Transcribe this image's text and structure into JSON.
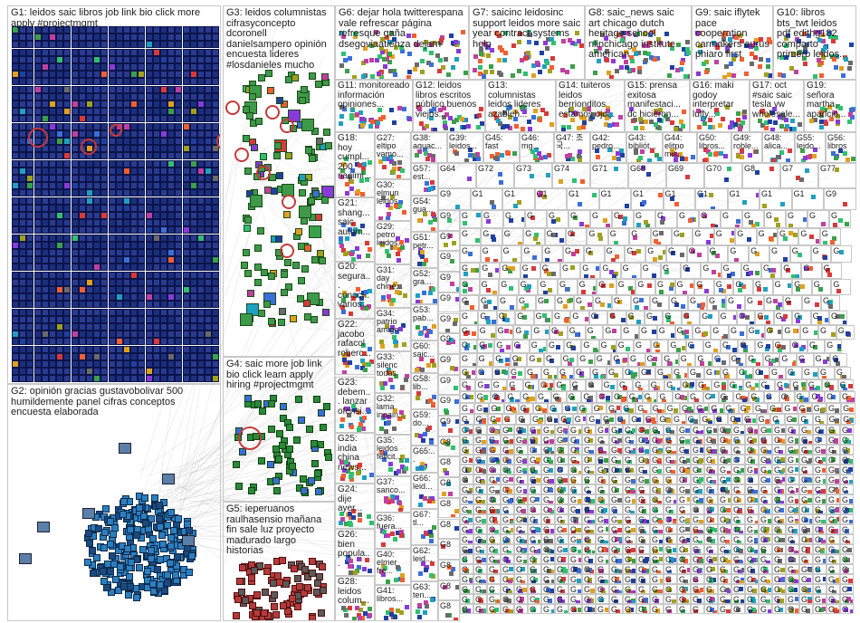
{
  "colors": {
    "box_border": "#c8c8c8",
    "edge": "#b9b9b9",
    "g1_node": "#1c2f7d",
    "g2_cluster": "#2b7fc0",
    "g3_node": "#3e9a48",
    "g4_node": "#2a8a3a",
    "g5_node": "#b73a3a",
    "highlight_ring": "#c43a3a"
  },
  "groups": [
    {
      "id": "G1",
      "label": "G1: leidos saic libros job link bio click more apply #projectmgmt"
    },
    {
      "id": "G2",
      "label": "G2: opinión gracias gustavobolivar 500 humildemente panel cifras conceptos encuesta elaborada"
    },
    {
      "id": "G3",
      "label": "G3: leidos columnistas cifrasyconcepto dcoronell danielsampero opinión encuesta lideres #losdanieles mucho"
    },
    {
      "id": "G4",
      "label": "G4: saic more job link bio click learn apply hiring #projectmgmt"
    },
    {
      "id": "G5",
      "label": "G5: ieperuanos raulhasensio mañana fin sale luz proyecto madurado largo historias"
    },
    {
      "id": "G6",
      "label": "G6: dejar hola twitterespana vale refrescar página refresque gaña dsegoviaatienza dejarn"
    },
    {
      "id": "G7",
      "label": "G7: saicinc leidosinc support leidos more saic year contract systems help"
    },
    {
      "id": "G8",
      "label": "G8: saic_news saic art chicago dutch heritage school nlinchicago institute american"
    },
    {
      "id": "G9",
      "label": "G9: saic iflytek pace cooperation carmakers aurus phiaro first"
    },
    {
      "id": "G10",
      "label": "G10: libros bts_twt leidos pdf edithg182 comparto primero leidos..."
    },
    {
      "id": "G11",
      "label": "G11: monitoreado información opiniones..."
    },
    {
      "id": "G12",
      "label": "G12: leidos libros escritos público buenos viejos..."
    },
    {
      "id": "G13",
      "label": "G13: columnistas leidos lideres azableh..."
    },
    {
      "id": "G14",
      "label": "G14: tuiteros leidos berrionditos estamos ojo..."
    },
    {
      "id": "G15",
      "label": "G15: prensa exitosa manifestaci... dc hicieron..."
    },
    {
      "id": "G16",
      "label": "G16: maki godoy interpretar luffy..."
    },
    {
      "id": "G17",
      "label": "G17: oct #saic saic tesla vw wholesale..."
    },
    {
      "id": "G19",
      "label": "G19: señora martha aparicio..."
    },
    {
      "id": "G18",
      "label": "G18: hoy cumpl... 200 nacimi..."
    },
    {
      "id": "G21",
      "label": "G21: shang... saic autom..."
    },
    {
      "id": "G20",
      "label": "G20: segura... conoc... varios..."
    },
    {
      "id": "G22",
      "label": "G22: jacobo rafacol roberc..."
    },
    {
      "id": "G23",
      "label": "G23: debem... lanzar ofensi..."
    },
    {
      "id": "G25",
      "label": "G25: india china news..."
    },
    {
      "id": "G24",
      "label": "G24: dije ayer..."
    },
    {
      "id": "G26",
      "label": "G26: bien popula..."
    },
    {
      "id": "G28",
      "label": "G28: leidos colum..."
    },
    {
      "id": "G27",
      "label": "G27: eltipo vamo..."
    },
    {
      "id": "G30",
      "label": "G30: elmun leidos"
    },
    {
      "id": "G29",
      "label": "G29: petro leidos..."
    },
    {
      "id": "G31",
      "label": "G31: day chine..."
    },
    {
      "id": "G34",
      "label": "G34: patrio amigo"
    },
    {
      "id": "G33",
      "label": "G33: silenc todas"
    },
    {
      "id": "G32",
      "label": "G32: lama inpain..."
    },
    {
      "id": "G35",
      "label": "G35: leidos felicit..."
    },
    {
      "id": "G37",
      "label": "G37: sanco..."
    },
    {
      "id": "G36",
      "label": "G36: fuera..."
    },
    {
      "id": "G40",
      "label": "G40: elmer fre..."
    },
    {
      "id": "G41",
      "label": "G41: libros..."
    },
    {
      "id": "G38",
      "label": "G38: aquac..."
    },
    {
      "id": "G39",
      "label": "G39: leidos..."
    },
    {
      "id": "G45",
      "label": "G45: fast"
    },
    {
      "id": "G46",
      "label": "G46: mg..."
    },
    {
      "id": "G47",
      "label": "G47: 조국..."
    },
    {
      "id": "G42",
      "label": "G42: pedro..."
    },
    {
      "id": "G43",
      "label": "G43: bibliót..."
    },
    {
      "id": "G44",
      "label": "G44: elitpo mis..."
    },
    {
      "id": "G50",
      "label": "G50: libros..."
    },
    {
      "id": "G49",
      "label": "G49: roble..."
    },
    {
      "id": "G48",
      "label": "G48: alica..."
    },
    {
      "id": "G55",
      "label": "G55: leido..."
    },
    {
      "id": "G56",
      "label": "G56: libros"
    },
    {
      "id": "G57",
      "label": "G57: est..."
    },
    {
      "id": "G54",
      "label": "G54: gua..."
    },
    {
      "id": "G51",
      "label": "G51: petr..."
    },
    {
      "id": "G52",
      "label": "G52: gra..."
    },
    {
      "id": "G53",
      "label": "G53: pab..."
    },
    {
      "id": "G60",
      "label": "G60: saic..."
    },
    {
      "id": "G58",
      "label": "G58: lib..."
    },
    {
      "id": "G59",
      "label": "G59: do..."
    },
    {
      "id": "G65",
      "label": "G65:..."
    },
    {
      "id": "G66",
      "label": "G66: leid..."
    },
    {
      "id": "G67",
      "label": "G67: tl..."
    },
    {
      "id": "G62",
      "label": "G62: leid..."
    },
    {
      "id": "G63",
      "label": "G63: ten..."
    }
  ],
  "grid_labels": {
    "row_a": [
      "G64",
      "G72",
      "G73",
      "G74",
      "G71",
      "G68",
      "G69",
      "G70",
      "G8",
      "G7",
      "G77"
    ],
    "row_b": [
      "G9",
      "G1",
      "G1",
      "G1",
      "G1",
      "G1",
      "G1",
      "G1",
      "G1",
      "G1",
      "G1",
      "G1",
      "G9"
    ],
    "col_left": [
      "G9",
      "G9",
      "G9",
      "G9",
      "G9",
      "G9",
      "G9",
      "G9",
      "G9",
      "G9",
      "G9",
      "G8",
      "G8",
      "G8",
      "G8",
      "G8",
      "G8",
      "G8",
      "G8",
      "G8"
    ],
    "filler": "G"
  }
}
